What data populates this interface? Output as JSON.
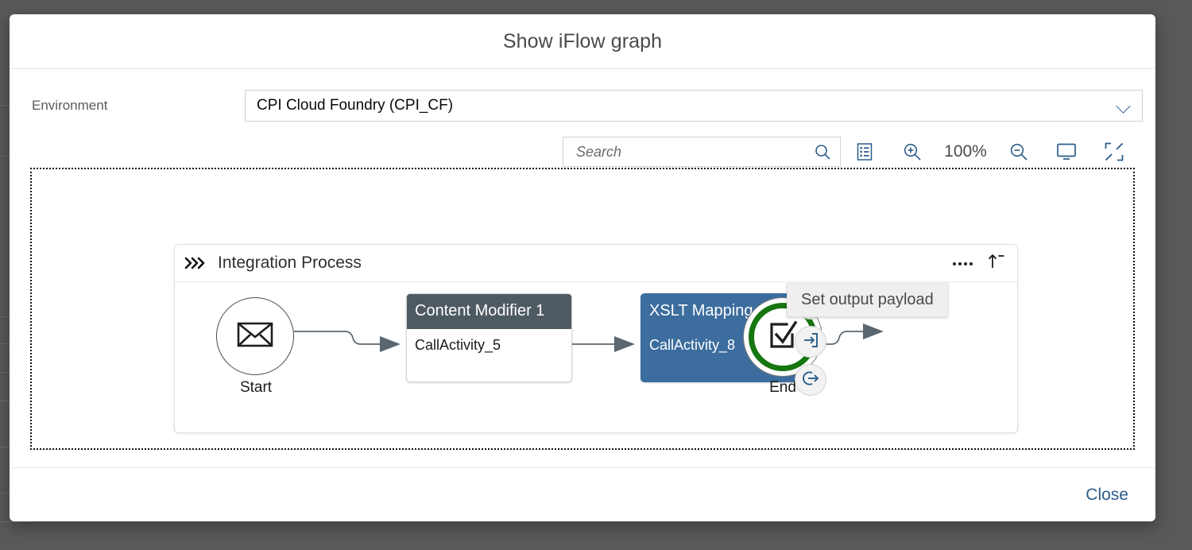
{
  "dialog": {
    "title": "Show iFlow graph",
    "close_label": "Close"
  },
  "environment": {
    "label": "Environment",
    "selected": "CPI Cloud Foundry (CPI_CF)",
    "chevron_icon": "chevron-down-icon"
  },
  "toolbar": {
    "search_placeholder": "Search",
    "search_value": "",
    "search_icon": "search-icon",
    "legend_icon": "legend-list-icon",
    "zoom_in_icon": "zoom-in-icon",
    "zoom_level": "100%",
    "zoom_out_icon": "zoom-out-icon",
    "fit_screen_icon": "monitor-icon",
    "fullscreen_icon": "fullscreen-expand-icon"
  },
  "graph": {
    "pool": {
      "title": "Integration Process",
      "chevrons_icon": "triple-chevron-icon",
      "overflow_icon": "overflow-dots-icon",
      "collapse_icon": "collapse-up-icon"
    },
    "nodes": [
      {
        "id": "start",
        "type": "start-event",
        "label": "Start",
        "icon": "envelope-icon"
      },
      {
        "id": "content-modifier",
        "type": "task",
        "title": "Content Modifier 1",
        "subtitle": "CallActivity_5",
        "header_color": "#4e5a61",
        "body_color": "#ffffff"
      },
      {
        "id": "xslt-mapping",
        "type": "task",
        "title": "XSLT Mapping 1",
        "subtitle": "CallActivity_8",
        "header_color": "#3c6d9e",
        "body_color": "#3c6d9e"
      },
      {
        "id": "end",
        "type": "end-event",
        "label": "End",
        "icon": "checkbox-check-icon",
        "ring_color": "#16760f"
      }
    ],
    "node_actions": [
      {
        "id": "details",
        "icon": "details-list-icon"
      },
      {
        "id": "set-input-payload",
        "icon": "sign-in-arrow-icon"
      },
      {
        "id": "set-output-payload",
        "icon": "sign-out-arrow-icon"
      }
    ],
    "tooltip": "Set output payload",
    "connector_color": "#5b6770"
  }
}
